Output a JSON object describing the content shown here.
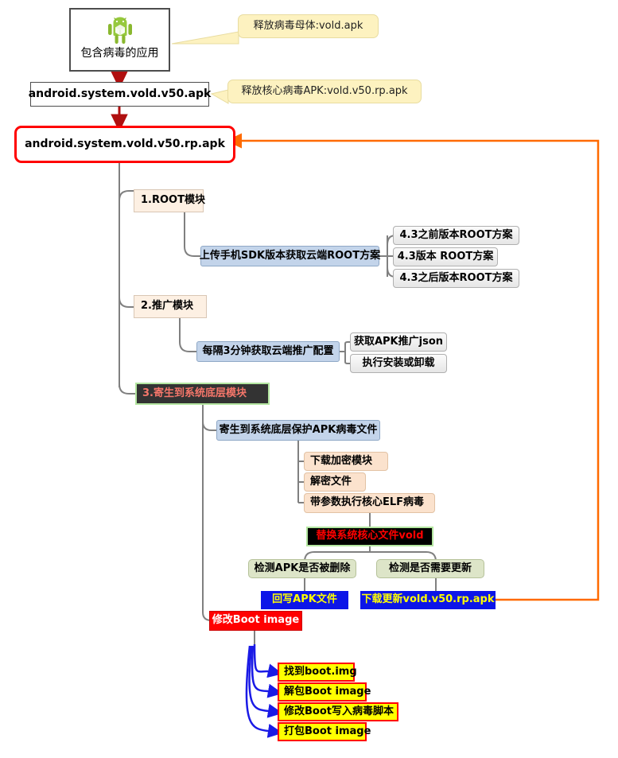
{
  "diagram": {
    "title": "Android vold virus infection flow",
    "colors": {
      "red": "#ff0000",
      "orange": "#ff6a00",
      "blue_arrow": "#1a1ae6",
      "dark_red_arrow": "#b01010",
      "trunk_gray": "#808080",
      "steel_blue": "#c3d4ea",
      "peach": "#fbe2cd",
      "module_peach": "#fdf0e3",
      "pale_green": "#dde5c8",
      "yellow": "#ffff00",
      "callout_yellow": "#fdf2c0",
      "dark": "#333333",
      "black": "#000000",
      "solid_blue": "#0c15e8"
    },
    "nodes": {
      "app": {
        "label": "包含病毒的应用",
        "icon": "android-robot-icon"
      },
      "apk_stage1": {
        "label": "android.system.vold.v50.apk"
      },
      "apk_stage2": {
        "label": "android.system.vold.v50.rp.apk"
      },
      "callout_1": {
        "label": "释放病毒母体:vold.apk"
      },
      "callout_2": {
        "label": "释放核心病毒APK:vold.v50.rp.apk"
      },
      "module_1": {
        "label": "1.ROOT模块"
      },
      "module_1_child": {
        "label": "上传手机SDK版本获取云端ROOT方案"
      },
      "module_1_leaves": [
        {
          "label": "4.3之前版本ROOT方案"
        },
        {
          "label": "4.3版本 ROOT方案"
        },
        {
          "label": "4.3之后版本ROOT方案"
        }
      ],
      "module_2": {
        "label": "2.推广模块"
      },
      "module_2_child": {
        "label": "每隔3分钟获取云端推广配置"
      },
      "module_2_leaves": [
        {
          "label": "获取APK推广json"
        },
        {
          "label": "执行安装或卸载"
        }
      ],
      "module_3": {
        "label": "3.寄生到系统底层模块"
      },
      "module_3_child": {
        "label": "寄生到系统底层保护APK病毒文件"
      },
      "module_3_leaves": [
        {
          "label": "下载加密模块"
        },
        {
          "label": "解密文件"
        },
        {
          "label": "带参数执行核心ELF病毒"
        }
      ],
      "replace_vold": {
        "label": "替换系统核心文件vold"
      },
      "check_deleted": {
        "label": "检测APK是否被删除"
      },
      "check_update": {
        "label": "检测是否需要更新"
      },
      "rewrite_apk": {
        "label": "回写APK文件"
      },
      "download_update": {
        "label": "下载更新vold.v50.rp.apk"
      },
      "modify_boot": {
        "label": "修改Boot image"
      },
      "boot_steps": [
        {
          "label": "找到boot.img"
        },
        {
          "label": "解包Boot image"
        },
        {
          "label": "修改Boot写入病毒脚本"
        },
        {
          "label": "打包Boot image"
        }
      ]
    }
  }
}
